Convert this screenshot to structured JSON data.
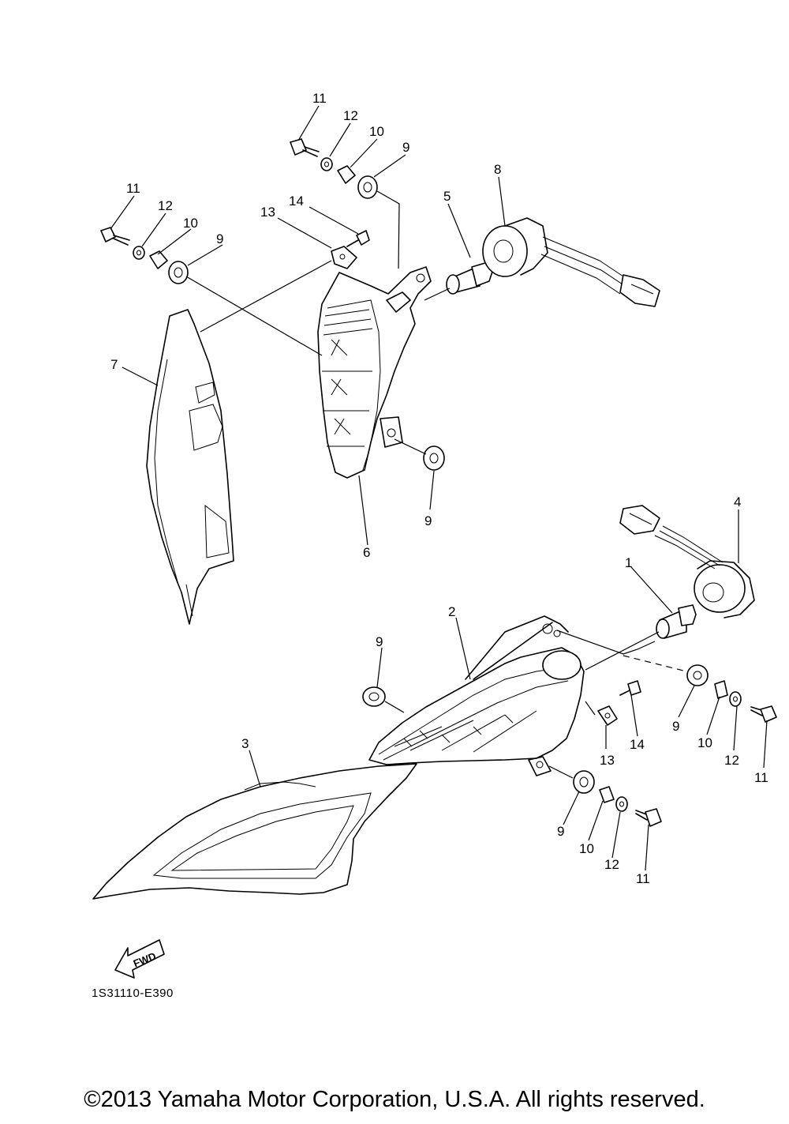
{
  "diagram": {
    "callouts": {
      "c1": "1",
      "c2": "2",
      "c3": "3",
      "c4": "4",
      "c5": "5",
      "c6": "6",
      "c7": "7",
      "c8": "8",
      "c9a": "9",
      "c9b": "9",
      "c9c": "9",
      "c9d": "9",
      "c9e": "9",
      "c9f": "9",
      "c10a": "10",
      "c10b": "10",
      "c10c": "10",
      "c10d": "10",
      "c11a": "11",
      "c11b": "11",
      "c11c": "11",
      "c11d": "11",
      "c12a": "12",
      "c12b": "12",
      "c12c": "12",
      "c12d": "12",
      "c13a": "13",
      "c13b": "13",
      "c14a": "14",
      "c14b": "14"
    },
    "fwd_label": "FWD",
    "drawing_code": "1S31110-E390",
    "icons": [
      "fwd-arrow-icon"
    ]
  },
  "footer": {
    "copyright": "©2013 Yamaha Motor Corporation, U.S.A. All rights reserved."
  }
}
